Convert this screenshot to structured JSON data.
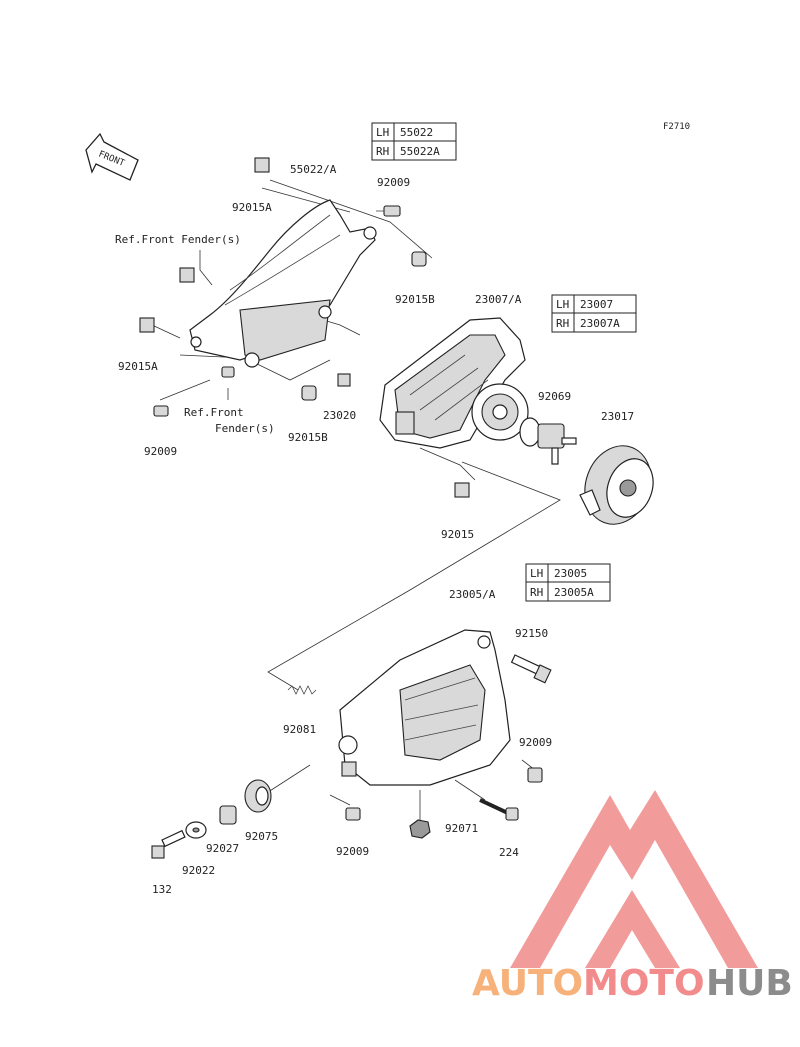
{
  "figure_code": "F2710",
  "front_arrow_label": "FRONT",
  "callout_boxes": [
    {
      "rows": [
        {
          "side": "LH",
          "part": "55022"
        },
        {
          "side": "RH",
          "part": "55022A"
        }
      ]
    },
    {
      "rows": [
        {
          "side": "LH",
          "part": "23007"
        },
        {
          "side": "RH",
          "part": "23007A"
        }
      ]
    },
    {
      "rows": [
        {
          "side": "LH",
          "part": "23005"
        },
        {
          "side": "RH",
          "part": "23005A"
        }
      ]
    }
  ],
  "labels": {
    "p55022A": "55022/A",
    "p92009_top": "92009",
    "p92015A_top": "92015A",
    "ref_fender_top": "Ref.Front Fender(s)",
    "p92015B_top": "92015B",
    "p23007A": "23007/A",
    "p92015A_mid": "92015A",
    "ref_fender_mid_1": "Ref.Front",
    "ref_fender_mid_2": "Fender(s)",
    "p23020": "23020",
    "p92015B_mid": "92015B",
    "p92009_left": "92009",
    "p92069": "92069",
    "p23017": "23017",
    "p92015": "92015",
    "p23005A": "23005/A",
    "p92150": "92150",
    "p92081": "92081",
    "p92009_right": "92009",
    "p92075": "92075",
    "p92027": "92027",
    "p92022": "92022",
    "p132": "132",
    "p92009_bottom": "92009",
    "p92071": "92071",
    "p224": "224"
  },
  "watermark": {
    "part1": "AUTO",
    "part2": "MOTO",
    "part3": "HUB",
    "color_light": "#f6b27a",
    "color_mid": "#f28c8c",
    "color_dark": "#8c8c8c",
    "logo_color": "#f08a8a"
  }
}
